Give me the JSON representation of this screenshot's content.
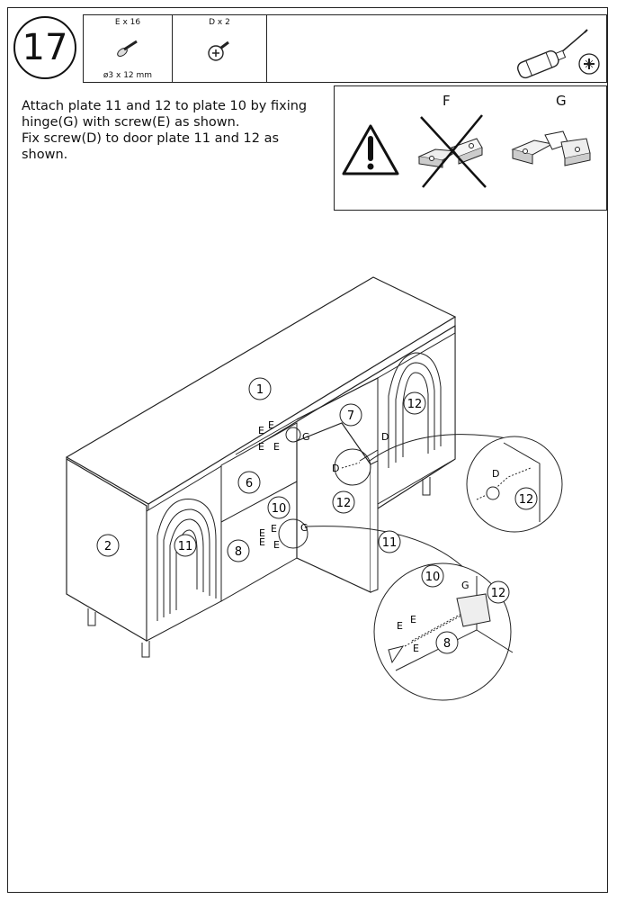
{
  "step": {
    "number": "17"
  },
  "parts": {
    "screw_e": {
      "qty": "E x 16",
      "size": "ø3 x 12 mm",
      "icon": "screw-icon"
    },
    "screw_d": {
      "qty": "D x 2",
      "icon": "screw-icon"
    },
    "tool": {
      "icon": "phillips-screwdriver-icon"
    }
  },
  "instructions": [
    "Attach plate 11 and 12 to plate 10 by fixing",
    "hinge(G) with screw(E) as shown.",
    "Fix screw(D) to door plate 11 and 12 as",
    "shown."
  ],
  "warning": {
    "icon": "warning-icon",
    "wrong_label": "F",
    "right_label": "G"
  },
  "diagram": {
    "labels": {
      "p1": "1",
      "p2": "2",
      "p6": "6",
      "p7": "7",
      "p8": "8",
      "p10": "10",
      "p11": "11",
      "p12": "12",
      "e": "E",
      "g": "G",
      "d": "D"
    }
  }
}
